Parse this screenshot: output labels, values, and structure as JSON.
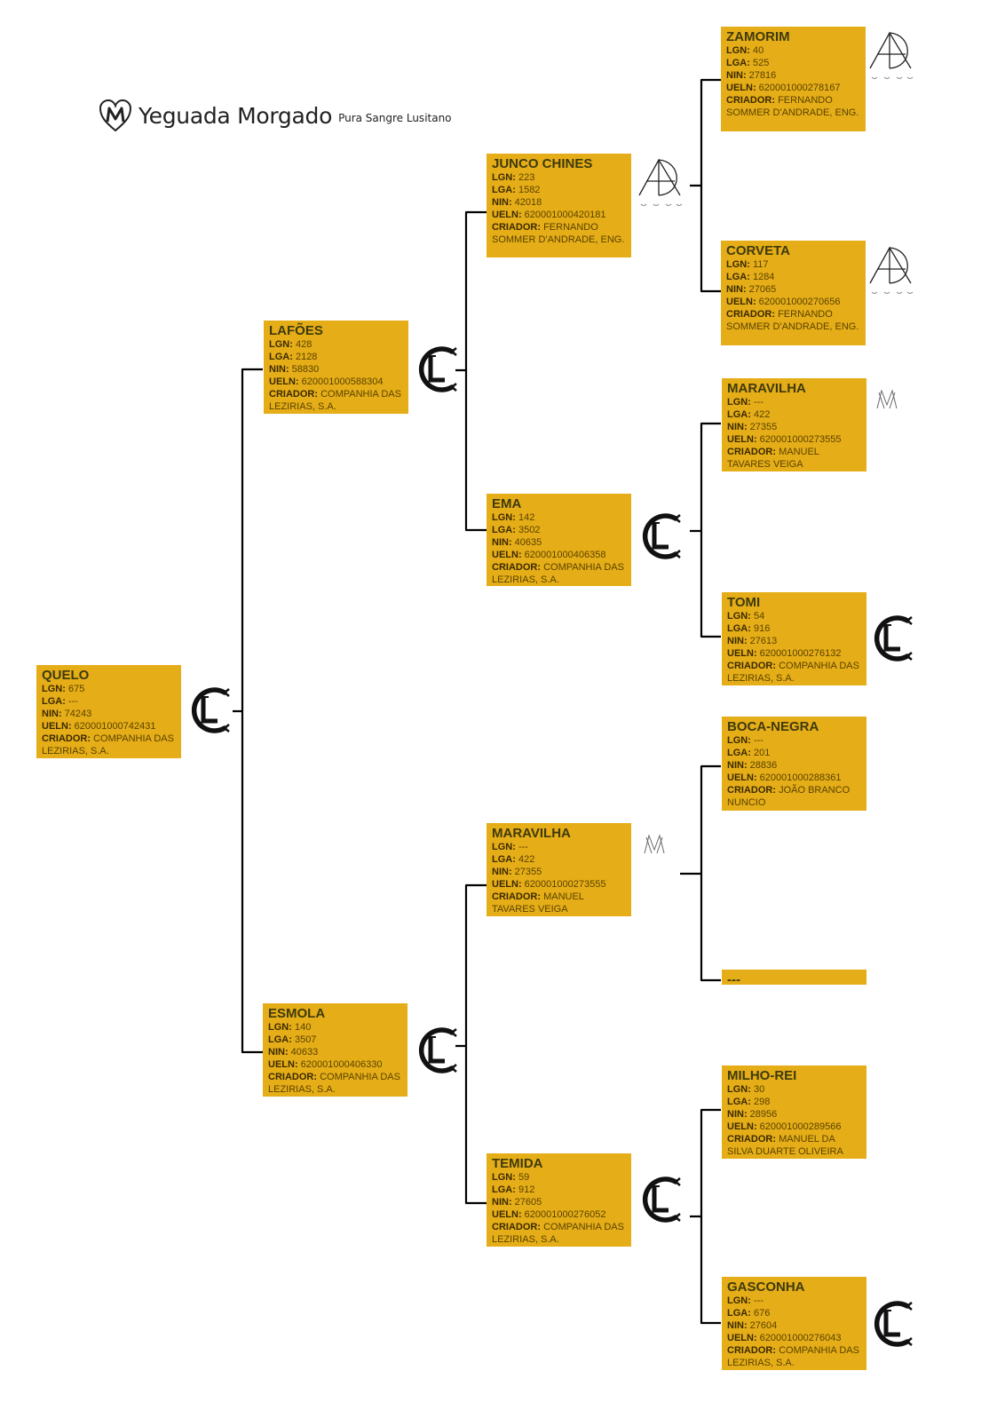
{
  "logo": {
    "name": "Yeguada Morgado",
    "tagline": "Pura Sangre Lusitano"
  },
  "field_labels": {
    "lgn": "LGN:",
    "lga": "LGA:",
    "nin": "NIN:",
    "ueln": "UELN:",
    "criador": "CRIADOR:"
  },
  "horses": {
    "quelo": {
      "name": "QUELO",
      "lgn": "675",
      "lga": "---",
      "nin": "74243",
      "ueln": "620001000742431",
      "criador": "COMPANHIA DAS LEZIRIAS, S.A.",
      "brand": "cl-brand-icon"
    },
    "lafoes": {
      "name": "LAFÕES",
      "lgn": "428",
      "lga": "2128",
      "nin": "58830",
      "ueln": "620001000588304",
      "criador": "COMPANHIA DAS LEZIRIAS, S.A.",
      "brand": "cl-brand-icon"
    },
    "esmola": {
      "name": "ESMOLA",
      "lgn": "140",
      "lga": "3507",
      "nin": "40633",
      "ueln": "620001000406330",
      "criador": "COMPANHIA DAS LEZIRIAS, S.A.",
      "brand": "cl-brand-icon"
    },
    "junco": {
      "name": "JUNCO CHINES",
      "lgn": "223",
      "lga": "1582",
      "nin": "42018",
      "ueln": "620001000420181",
      "criador": "FERNANDO SOMMER D'ANDRADE, ENG.",
      "brand": "ad-brand-icon"
    },
    "ema": {
      "name": "EMA",
      "lgn": "142",
      "lga": "3502",
      "nin": "40635",
      "ueln": "620001000406358",
      "criador": "COMPANHIA DAS LEZIRIAS, S.A.",
      "brand": "cl-brand-icon"
    },
    "maravilha2": {
      "name": "MARAVILHA",
      "lgn": "---",
      "lga": "422",
      "nin": "27355",
      "ueln": "620001000273555",
      "criador": "MANUEL TAVARES VEIGA",
      "brand": "mtv-brand-icon"
    },
    "temida": {
      "name": "TEMIDA",
      "lgn": "59",
      "lga": "912",
      "nin": "27605",
      "ueln": "620001000276052",
      "criador": "COMPANHIA DAS LEZIRIAS, S.A.",
      "brand": "cl-brand-icon"
    },
    "zamorim": {
      "name": "ZAMORIM",
      "lgn": "40",
      "lga": "525",
      "nin": "27816",
      "ueln": "620001000278167",
      "criador": "FERNANDO SOMMER D'ANDRADE, ENG.",
      "brand": "ad-brand-icon"
    },
    "corveta": {
      "name": "CORVETA",
      "lgn": "117",
      "lga": "1284",
      "nin": "27065",
      "ueln": "620001000270656",
      "criador": "FERNANDO SOMMER D'ANDRADE, ENG.",
      "brand": "ad-brand-icon"
    },
    "maravilha1": {
      "name": "MARAVILHA",
      "lgn": "---",
      "lga": "422",
      "nin": "27355",
      "ueln": "620001000273555",
      "criador": "MANUEL TAVARES VEIGA",
      "brand": "mtv-brand-icon"
    },
    "tomi": {
      "name": "TOMI",
      "lgn": "54",
      "lga": "916",
      "nin": "27613",
      "ueln": "620001000276132",
      "criador": "COMPANHIA DAS LEZIRIAS, S.A.",
      "brand": "cl-brand-icon"
    },
    "bocanegra": {
      "name": "BOCA-NEGRA",
      "lgn": "---",
      "lga": "201",
      "nin": "28836",
      "ueln": "620001000288361",
      "criador": "JOÃO BRANCO NUNCIO"
    },
    "unknown": {
      "name": "---"
    },
    "milhorei": {
      "name": "MILHO-REI",
      "lgn": "30",
      "lga": "298",
      "nin": "28956",
      "ueln": "620001000289566",
      "criador": "MANUEL DA SILVA DUARTE OLIVEIRA"
    },
    "gasconha": {
      "name": "GASCONHA",
      "lgn": "---",
      "lga": "676",
      "nin": "27604",
      "ueln": "620001000276043",
      "criador": "COMPANHIA DAS LEZIRIAS, S.A.",
      "brand": "cl-brand-icon"
    }
  },
  "colors": {
    "card": "#e5ad17",
    "line": "#000000",
    "name_text": "#3e3a0c"
  }
}
